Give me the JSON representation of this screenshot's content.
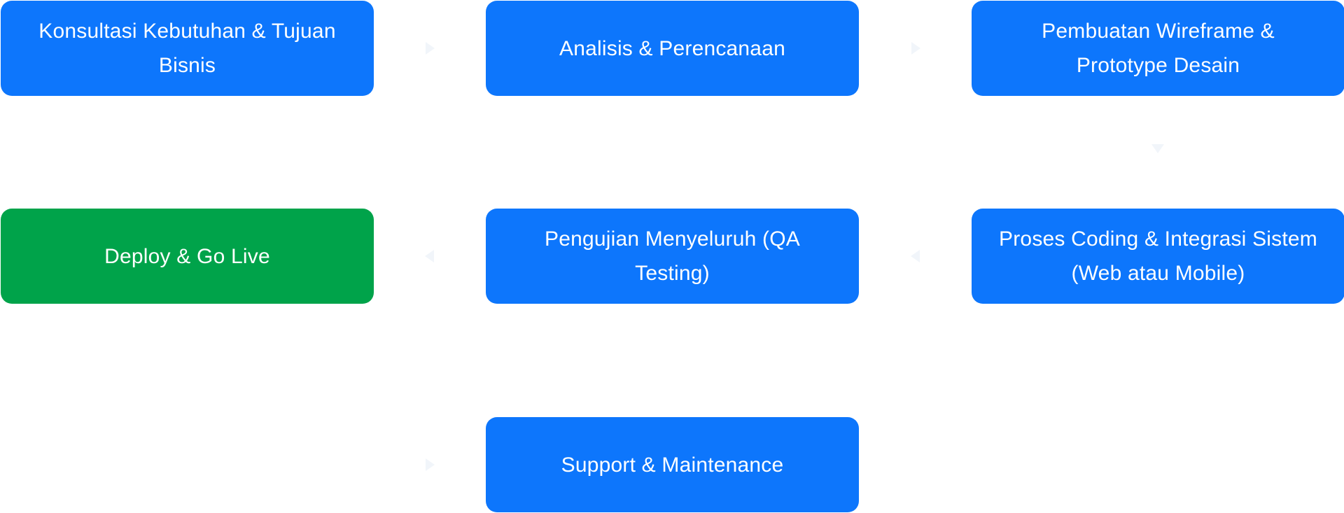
{
  "colors": {
    "step": "#0D76FC",
    "final_step": "#00A34A",
    "arrow": "#E6EDF5"
  },
  "steps": [
    {
      "label": "Konsultasi Kebutuhan & Tujuan Bisnis"
    },
    {
      "label": "Analisis & Perencanaan"
    },
    {
      "label": "Pembuatan Wireframe & Prototype Desain"
    },
    {
      "label": "Proses Coding & Integrasi Sistem (Web atau Mobile)"
    },
    {
      "label": "Pengujian Menyeluruh (QA Testing)"
    },
    {
      "label": "Deploy & Go Live"
    },
    {
      "label": "Support & Maintenance"
    }
  ],
  "arrows": [
    {
      "icon": "arrow-right-icon"
    },
    {
      "icon": "arrow-right-icon"
    },
    {
      "icon": "arrow-down-icon"
    },
    {
      "icon": "arrow-left-icon"
    },
    {
      "icon": "arrow-left-icon"
    },
    {
      "icon": "arrow-right-icon"
    }
  ]
}
